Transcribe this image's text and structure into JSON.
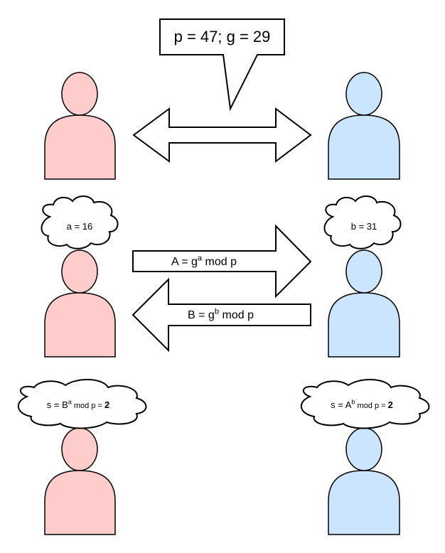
{
  "colors": {
    "alice_fill": "#ffcccc",
    "bob_fill": "#cce5ff",
    "stroke": "#000000",
    "background": "#ffffff"
  },
  "public_params": {
    "text": "p = 47; g = 29"
  },
  "alice": {
    "secret": "a = 16",
    "shared": {
      "prefix": "s = B",
      "sup": "a",
      "mid": " mod p = ",
      "value": "2"
    }
  },
  "bob": {
    "secret": "b = 31",
    "shared": {
      "prefix": "s = A",
      "sup": "b",
      "mid": " mod p = ",
      "value": "2"
    }
  },
  "messages": {
    "to_bob": {
      "prefix": "A = g",
      "sup": "a",
      "suffix": " mod p"
    },
    "to_alice": {
      "prefix": "B = g",
      "sup": "b",
      "suffix": " mod p"
    }
  }
}
